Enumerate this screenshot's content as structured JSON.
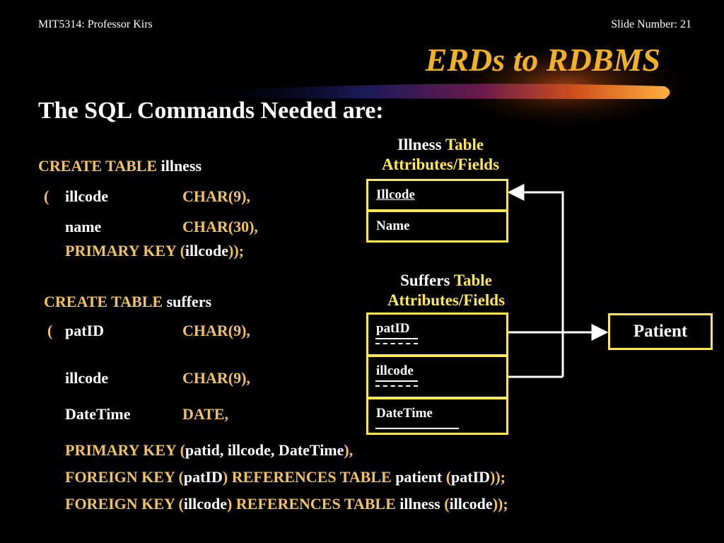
{
  "header": {
    "course": "MIT5314: Professor Kirs",
    "slide_number": "Slide Number: 21",
    "title": "ERDs to RDBMS"
  },
  "subtitle": "The SQL Commands Needed are:",
  "sql_illness": {
    "create_kw": "CREATE TABLE",
    "create_name": "illness",
    "open_paren": "(",
    "row1_name": "illcode",
    "row1_type": "CHAR(9),",
    "row2_name": "name",
    "row2_type": "CHAR(30),",
    "pk_kw": "PRIMARY KEY (",
    "pk_field": "illcode",
    "pk_close": "));"
  },
  "sql_suffers": {
    "create_kw": "CREATE TABLE",
    "create_name": "suffers",
    "open_paren": "(",
    "row1_name": "patID",
    "row1_type": "CHAR(9),",
    "row2_name": "illcode",
    "row2_type": "CHAR(9),",
    "row3_name": "DateTime",
    "row3_type": "DATE,",
    "pk_kw": "PRIMARY KEY (",
    "pk_fields": "patid, illcode, DateTime",
    "pk_close": "),",
    "fk1_kw": "FOREIGN KEY (",
    "fk1_field": "patID",
    "fk1_ref": ") REFERENCES TABLE",
    "fk1_table": "patient",
    "fk1_open": " (",
    "fk1_target": "patID",
    "fk1_close": "));",
    "fk2_kw": "FOREIGN KEY (",
    "fk2_field": "illcode",
    "fk2_ref": ") REFERENCES TABLE",
    "fk2_table": "illness",
    "fk2_open": " (",
    "fk2_target": "illcode",
    "fk2_close": "));"
  },
  "diagram": {
    "illness_head_a": "Illness",
    "illness_head_b": "Table",
    "illness_head_c": "Attributes/Fields",
    "illness_fields": [
      "Illcode",
      "Name"
    ],
    "suffers_head_a": "Suffers",
    "suffers_head_b": "Table",
    "suffers_head_c": "Attributes/Fields",
    "suffers_fields": [
      "patID",
      "illcode",
      "DateTime"
    ],
    "patient_label": "Patient"
  },
  "colors": {
    "background": "#000000",
    "keyword": "#f2c25c",
    "title": "#f2b21e",
    "box_border": "#ffe84a"
  }
}
